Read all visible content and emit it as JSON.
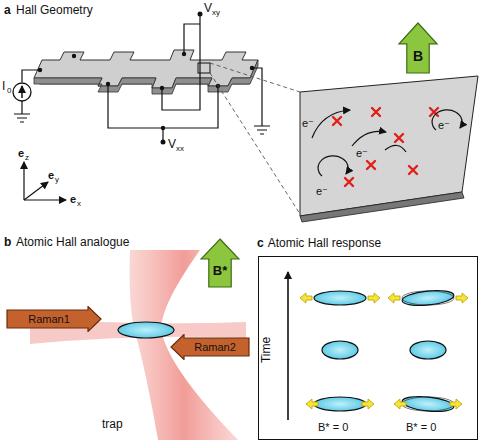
{
  "diagram": {
    "nodes": [
      {
        "text": [
          "B"
        ]
      },
      {
        "text": [
          "B*"
        ]
      },
      {
        "text": [
          "Raman1"
        ]
      },
      {
        "text": [
          "Raman2"
        ]
      },
      {
        "text": [
          "c",
          "Atomic Hall response"
        ]
      }
    ],
    "labels": [
      "a",
      "Hall Geometry",
      "V",
      "xy",
      "V",
      "xx",
      "I",
      "0",
      "e",
      "z",
      "e",
      "y",
      "e",
      "x",
      "e⁻",
      "e⁻",
      "e⁻",
      "e⁻",
      "b",
      "Atomic Hall analogue",
      "trap",
      "Time",
      "B* = 0",
      "B* = 0"
    ]
  }
}
